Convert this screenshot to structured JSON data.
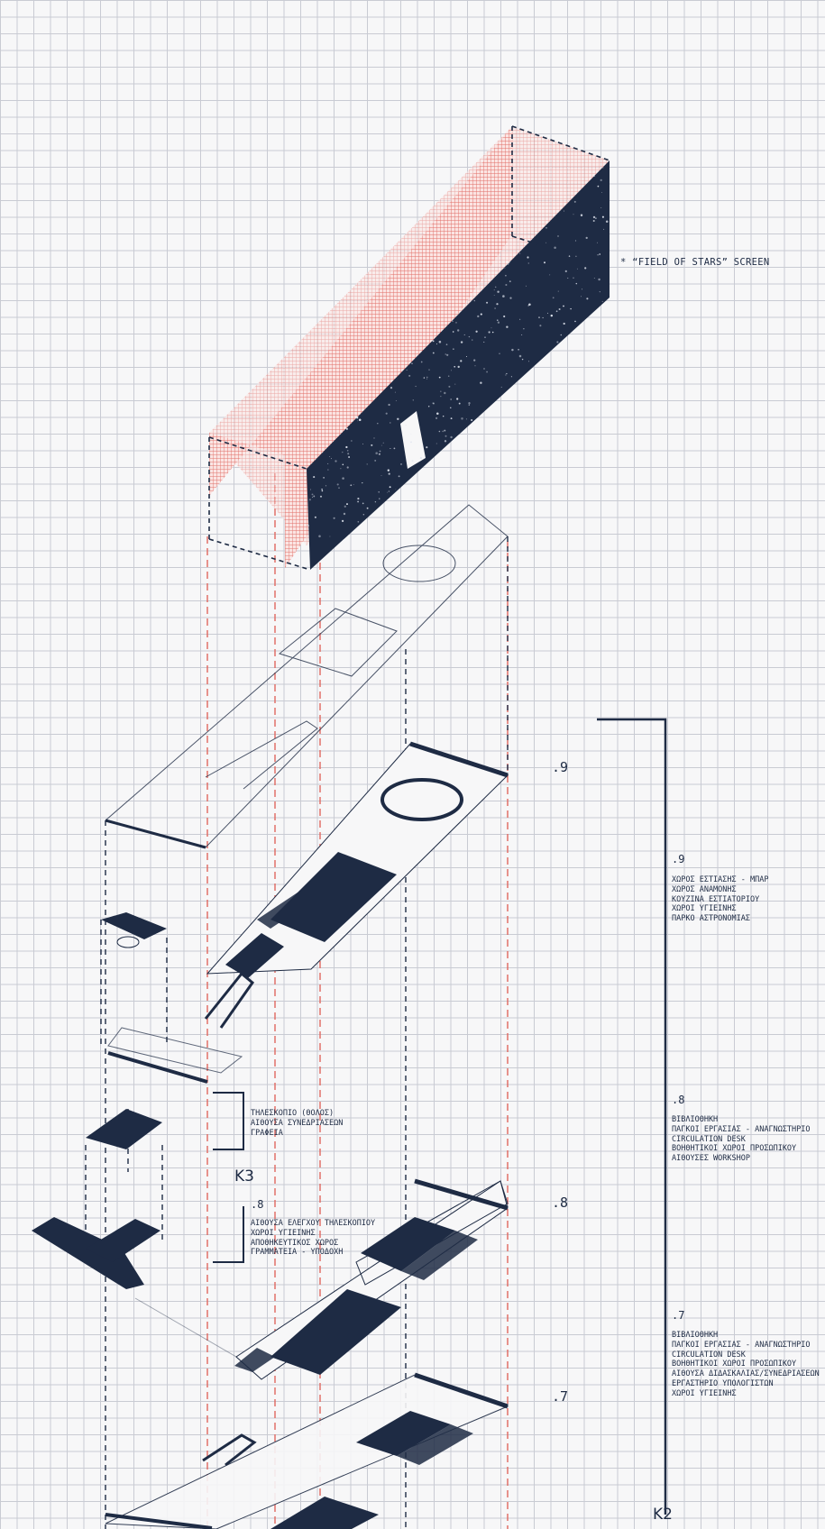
{
  "annotation": "* “FIELD OF STARS” SCREEN",
  "levels": {
    "l9": ".9",
    "l8": ".8",
    "l7": ".7"
  },
  "k2": {
    "label": "K2",
    "groups": [
      {
        "level": ".9",
        "items": [
          "ΧΩΡΟΣ ΕΣΤΙΑΣΗΣ - ΜΠΑΡ",
          "ΧΩΡΟΣ ΑΝΑΜΟΝΗΣ",
          "ΚΟΥΖΙΝΑ ΕΣΤΙΑΤΟΡΙΟΥ",
          "ΧΩΡΟΙ ΥΓΙΕΙΝΗΣ",
          "ΠΑΡΚΟ ΑΣΤΡΟΝΟΜΙΑΣ"
        ]
      },
      {
        "level": ".8",
        "items": [
          "ΒΙΒΛΙΟΘΗΚΗ",
          "ΠΑΓΚΟΙ ΕΡΓΑΣΙΑΣ - ΑΝΑΓΝΩΣΤΗΡΙΟ",
          "CIRCULATION DESK",
          "ΒΟΗΘΗΤΙΚΟΙ ΧΩΡΟΙ ΠΡΟΣΩΠΙΚΟΥ",
          "ΑΙΘΟΥΣΕΣ WORKSHOP"
        ]
      },
      {
        "level": ".7",
        "items": [
          "ΒΙΒΛΙΟΘΗΚΗ",
          "ΠΑΓΚΟΙ ΕΡΓΑΣΙΑΣ - ΑΝΑΓΝΩΣΤΗΡΙΟ",
          "CIRCULATION DESK",
          "ΒΟΗΘΗΤΙΚΟΙ ΧΩΡΟΙ ΠΡΟΣΩΠΙΚΟΥ",
          "ΑΙΘΟΥΣΑ ΔΙΔΑΣΚΑΛΙΑΣ/ΣΥΝΕΔΡΙΑΣΕΩΝ",
          "ΕΡΓΑΣΤΗΡΙΟ ΥΠΟΛΟΓΙΣΤΩΝ",
          "ΧΩΡΟΙ ΥΓΙΕΙΝΗΣ"
        ]
      }
    ]
  },
  "k3": {
    "label": "K3",
    "upper": [
      "ΤΗΛΕΣΚΟΠΙΟ (ΘΟΛΟΣ)",
      "ΑΙΘΟΥΣΑ ΣΥΝΕΔΡΙΑΣΕΩΝ",
      "ΓΡΑΦΕΙΑ"
    ],
    "lower_level": ".8",
    "lower": [
      "ΑΙΘΟΥΣΑ ΕΛΕΓΧΟΥ ΤΗΛΕΣΚΟΠΙΟΥ",
      "ΧΩΡΟΙ ΥΓΙΕΙΝΗΣ",
      "ΑΠΟΘΗΚΕΥΤΙΚΟΣ ΧΩΡΟΣ",
      "ΓΡΑΜΜΑΤΕΙΑ - ΥΠΟΔΟΧΗ"
    ]
  },
  "colors": {
    "navy": "#1e2b44",
    "red": "#e0675f",
    "grid": "#c9cbd3",
    "paper": "#f7f7f8"
  }
}
